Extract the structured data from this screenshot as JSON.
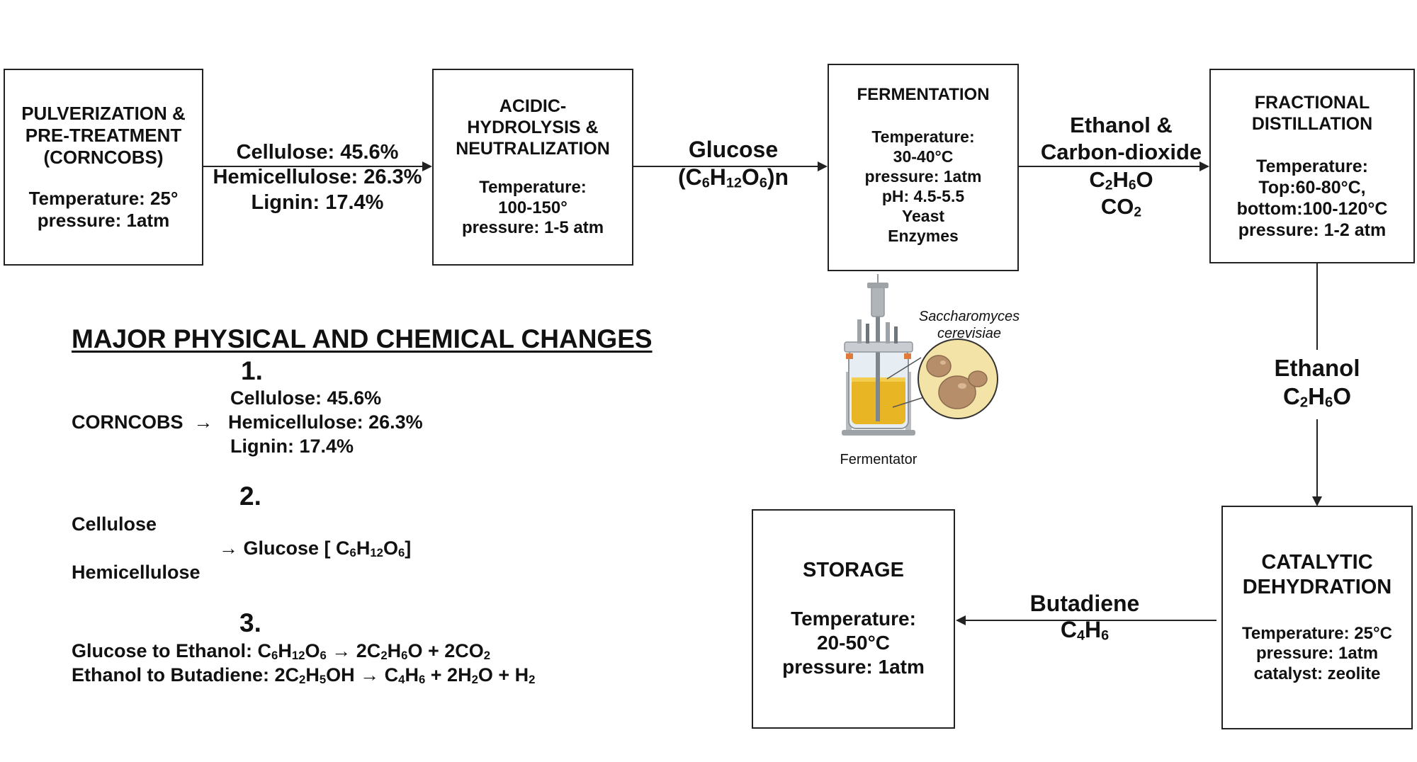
{
  "boxes": {
    "pulverization": {
      "title": [
        "PULVERIZATION &",
        "PRE-TREATMENT",
        "(CORNCOBS)"
      ],
      "props": [
        "Temperature: 25°",
        "pressure: 1atm"
      ]
    },
    "hydrolysis": {
      "title": [
        "ACIDIC-",
        "HYDROLYSIS &",
        "NEUTRALIZATION"
      ],
      "props": [
        "Temperature:",
        "100-150°",
        "pressure: 1-5 atm"
      ]
    },
    "fermentation": {
      "title": [
        "FERMENTATION"
      ],
      "props": [
        "Temperature:",
        "30-40°C",
        "pressure: 1atm",
        "pH: 4.5-5.5",
        "Yeast",
        "Enzymes"
      ]
    },
    "distillation": {
      "title": [
        "FRACTIONAL",
        "DISTILLATION"
      ],
      "props": [
        "Temperature:",
        "Top:60-80°C,",
        "bottom:100-120°C",
        "pressure: 1-2 atm"
      ]
    },
    "dehydration": {
      "title": [
        "CATALYTIC",
        "DEHYDRATION"
      ],
      "props": [
        "Temperature: 25°C",
        "pressure: 1atm",
        "catalyst: zeolite"
      ]
    },
    "storage": {
      "title": [
        "STORAGE"
      ],
      "props": [
        "Temperature:",
        "20-50°C",
        "pressure: 1atm"
      ]
    }
  },
  "arrows": {
    "a1": [
      "Cellulose: 45.6%",
      "Hemicellulose: 26.3%",
      "Lignin: 17.4%"
    ],
    "a2": {
      "name": "Glucose",
      "formula_html": "(C<sub>6</sub>H<sub>12</sub>O<sub>6</sub>)n"
    },
    "a3": {
      "lines": [
        "Ethanol &",
        "Carbon-dioxide"
      ],
      "formulas_html": [
        "C<sub>2</sub>H<sub>6</sub>O",
        "CO<sub>2</sub>"
      ]
    },
    "a4": {
      "name": "Ethanol",
      "formula_html": "C<sub>2</sub>H<sub>6</sub>O"
    },
    "a5": {
      "name": "Butadiene",
      "formula_html": "C<sub>4</sub>H<sub>6</sub>"
    }
  },
  "illustration": {
    "organism": [
      "Saccharomyces",
      "cerevisiae"
    ],
    "caption": "Fermentator",
    "colors": {
      "liquid": "#e8b625",
      "yeast": "#b78e6a",
      "cell_bg": "#f4e3a6",
      "steel": "#9ea3a8"
    }
  },
  "changes": {
    "title": "MAJOR PHYSICAL AND CHEMICAL CHANGES",
    "step1": {
      "num": "1.",
      "source": "CORNCOBS  →",
      "products": [
        "Cellulose: 45.6%",
        "Hemicellulose: 26.3%",
        "Lignin: 17.4%"
      ]
    },
    "step2": {
      "num": "2.",
      "inputs": [
        "Cellulose",
        "Hemicellulose"
      ],
      "product_html": "→ Glucose [ C<sub>6</sub>H<sub>12</sub>O<sub>6</sub>]"
    },
    "step3": {
      "num": "3.",
      "lines_html": [
        "Glucose to Ethanol: C<sub>6</sub>H<sub>12</sub>O<sub>6</sub> → 2C<sub>2</sub>H<sub>6</sub>O + 2CO<sub>2</sub>",
        "Ethanol to Butadiene: 2C<sub>2</sub>H<sub>5</sub>OH → C<sub>4</sub>H<sub>6</sub> + 2H<sub>2</sub>O + H<sub>2</sub>"
      ]
    }
  }
}
